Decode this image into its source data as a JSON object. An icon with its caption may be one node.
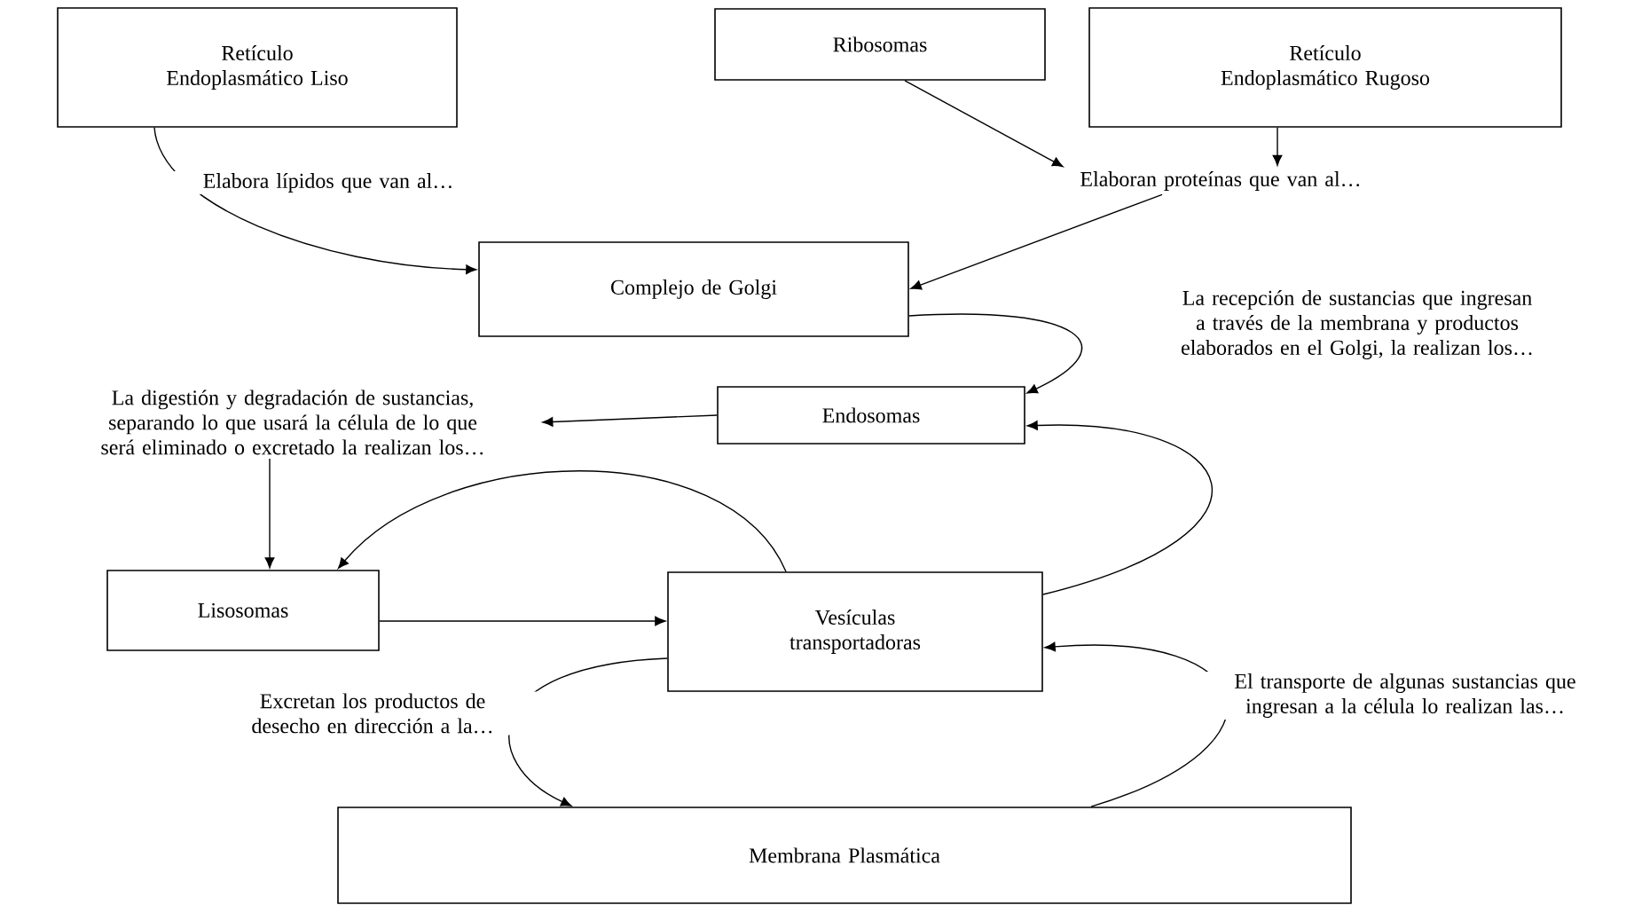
{
  "diagram": {
    "nodes": [
      {
        "text": [
          "Retículo Endoplasmático Liso"
        ]
      },
      {
        "text": [
          "Ribosomas"
        ]
      },
      {
        "text": [
          "Retículo Endoplasmático Rugoso"
        ]
      },
      {
        "text": [
          "Elaboran proteínas que van al…"
        ]
      },
      {
        "text": [
          "Complejo de Golgi"
        ]
      },
      {
        "text": [
          "Endosomas"
        ]
      },
      {
        "text": [
          "La digestión y degradación de sustancias, separando lo que usará la célula de lo que será eliminado o excretado la realizan los…"
        ]
      },
      {
        "text": [
          "Lisosomas"
        ]
      },
      {
        "text": [
          "Vesículas transportadoras"
        ]
      },
      {
        "text": [
          "Membrana Plasmática"
        ]
      }
    ],
    "edges": [
      {
        "from": 0,
        "to": 4,
        "arrow": "to",
        "label": "Elabora lípidos que van al…"
      },
      {
        "from": 1,
        "to": 3,
        "arrow": "to"
      },
      {
        "from": 2,
        "to": 3,
        "arrow": "to"
      },
      {
        "from": 3,
        "to": 4,
        "arrow": "to"
      },
      {
        "from": 4,
        "to": 5,
        "arrow": "to",
        "label": "La recepción de sustancias que ingresan a través de la membrana y productos elaborados en el Golgi, la realizan los…"
      },
      {
        "from": 5,
        "to": 6,
        "arrow": "to"
      },
      {
        "from": 6,
        "to": 7,
        "arrow": "to"
      },
      {
        "from": 8,
        "to": 7,
        "arrow": "to"
      },
      {
        "from": 7,
        "to": 8,
        "arrow": "to"
      },
      {
        "from": 8,
        "to": 5,
        "arrow": "to"
      },
      {
        "from": 8,
        "to": 9,
        "arrow": "to",
        "label": "Excretan los productos de desecho en dirección a la…"
      },
      {
        "from": 9,
        "to": 8,
        "arrow": "to",
        "label": "El transporte de algunas sustancias que ingresan a la célula lo realizan las…"
      }
    ]
  }
}
